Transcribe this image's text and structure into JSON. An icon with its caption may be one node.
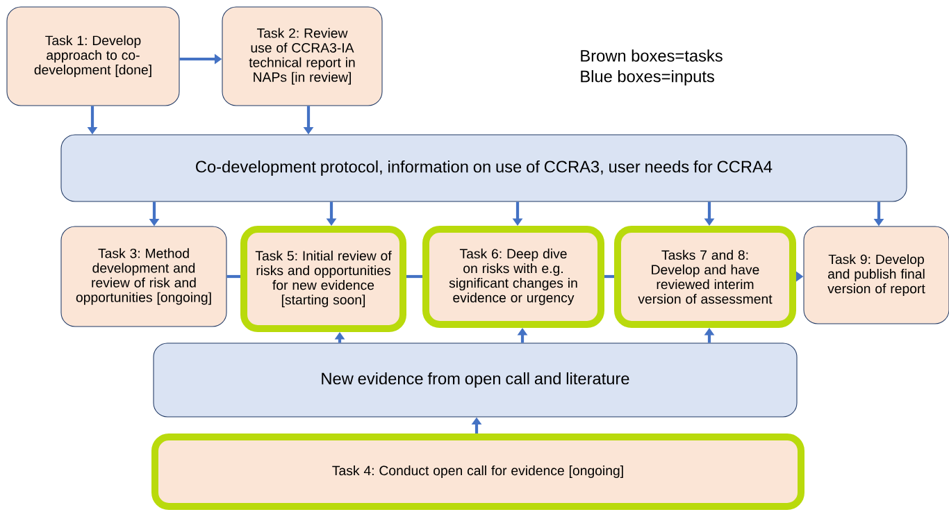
{
  "diagram": {
    "nodes": [
      {
        "text": [
          "Task 1: Develop approach to co-development [done]"
        ]
      },
      {
        "text": [
          "Task 2: Review use of CCRA3-IA technical report in NAPs [in review]"
        ]
      },
      {
        "text": [
          "Co-development protocol, information on use of CCRA3, user needs for CCRA4"
        ]
      },
      {
        "text": [
          "Task 3: Method development and review of risk and opportunities [ongoing]"
        ]
      },
      {
        "text": [
          "Task 5: Initial review of risks and opportunities for new evidence [starting soon]"
        ]
      },
      {
        "text": [
          "Task 6: Deep dive on risks with e.g. significant changes in evidence or urgency"
        ]
      },
      {
        "text": [
          "Tasks 7 and 8: Develop and have reviewed interim version of assessment"
        ]
      },
      {
        "text": [
          "Task 9: Develop and publish final version of report"
        ]
      },
      {
        "text": [
          "New evidence from open call and literature"
        ]
      },
      {
        "text": [
          "Task 4: Conduct open call for evidence [ongoing]"
        ]
      }
    ],
    "edges": [
      {
        "from": 0,
        "to": 1,
        "arrow": "to"
      },
      {
        "from": 0,
        "to": 2,
        "arrow": "to"
      },
      {
        "from": 1,
        "to": 2,
        "arrow": "to"
      },
      {
        "from": 2,
        "to": 3,
        "arrow": "to"
      },
      {
        "from": 2,
        "to": 4,
        "arrow": "to"
      },
      {
        "from": 2,
        "to": 5,
        "arrow": "to"
      },
      {
        "from": 2,
        "to": 6,
        "arrow": "to"
      },
      {
        "from": 2,
        "to": 7,
        "arrow": "to"
      },
      {
        "from": 3,
        "to": 4,
        "arrow": "none"
      },
      {
        "from": 4,
        "to": 5,
        "arrow": "none"
      },
      {
        "from": 5,
        "to": 6,
        "arrow": "none"
      },
      {
        "from": 6,
        "to": 7,
        "arrow": "to"
      },
      {
        "from": 8,
        "to": 4,
        "arrow": "to"
      },
      {
        "from": 8,
        "to": 5,
        "arrow": "to"
      },
      {
        "from": 8,
        "to": 6,
        "arrow": "to"
      },
      {
        "from": 9,
        "to": 8,
        "arrow": "to"
      }
    ],
    "labels": [
      "Brown boxes=tasks",
      "Blue boxes=inputs"
    ]
  }
}
